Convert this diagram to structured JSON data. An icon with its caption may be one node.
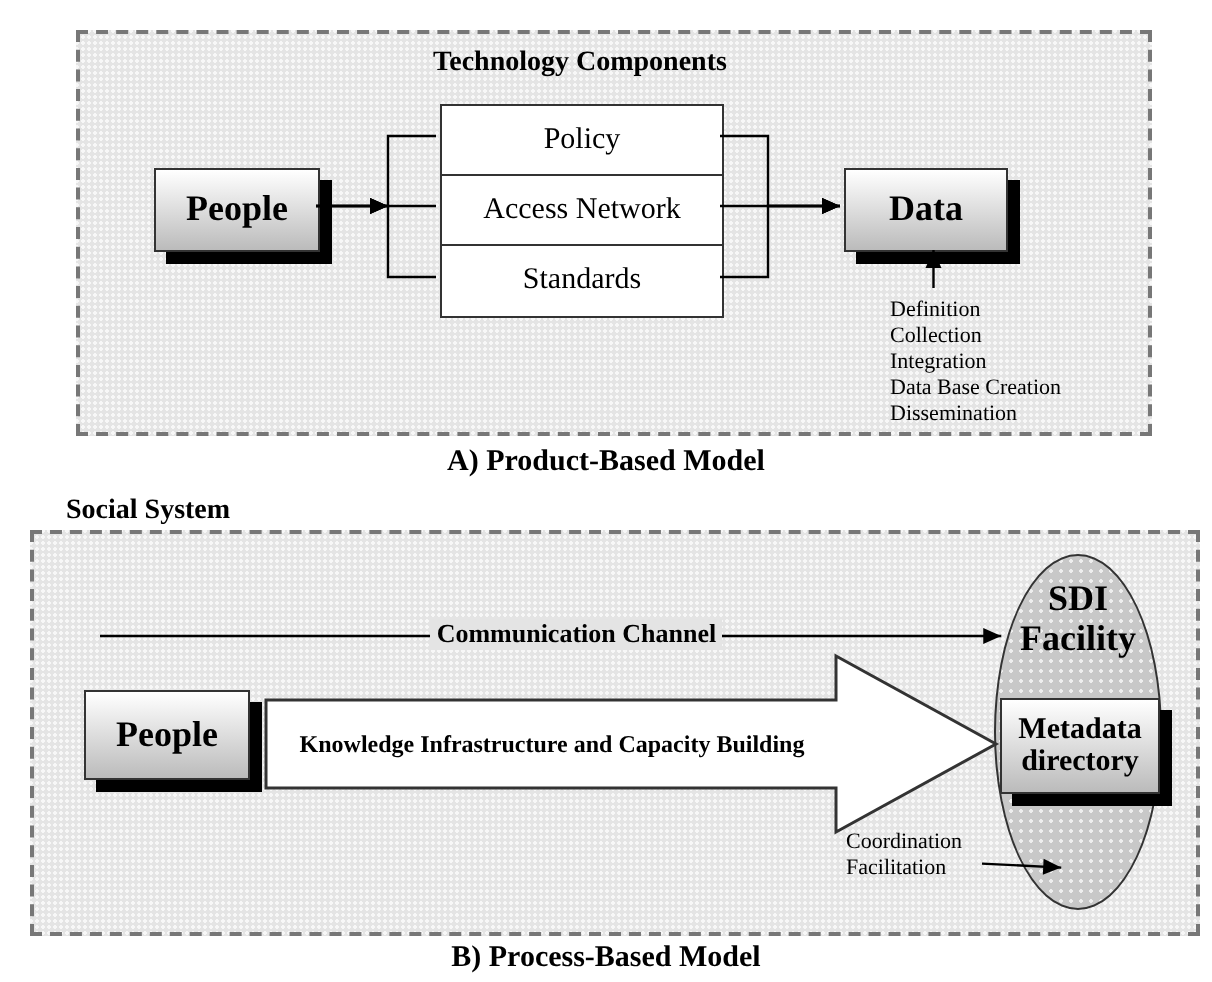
{
  "diagram": {
    "nodes": [
      {
        "text": [],
        "shape": "box"
      },
      {
        "text": [
          "People"
        ],
        "in": 0
      },
      {
        "text": [
          "Technology Components"
        ],
        "in": 0
      },
      {
        "text": [
          "Policy"
        ],
        "in": 2
      },
      {
        "text": [
          "Access Network"
        ],
        "in": 2
      },
      {
        "text": [
          "Standards"
        ],
        "in": 2
      },
      {
        "text": [
          "Data"
        ],
        "in": 0
      },
      {
        "text": [
          "Definition",
          "Collection",
          "Integration",
          "Data Base Creation",
          "Dissemination"
        ],
        "in": 0
      },
      {
        "text": [
          "Social System"
        ]
      },
      {
        "text": [
          "People"
        ],
        "in": 8
      },
      {
        "text": [
          "SDI Facility"
        ],
        "in": 8
      },
      {
        "text": [
          "Metadata directory"
        ],
        "in": 10
      },
      {
        "text": [
          "Coordination Facilitation"
        ],
        "in": 8
      }
    ],
    "edges": [
      {
        "from": 1,
        "to": 3,
        "arrow": "to"
      },
      {
        "from": 1,
        "to": 4,
        "arrow": "to"
      },
      {
        "from": 1,
        "to": 5,
        "arrow": "to"
      },
      {
        "from": 3,
        "to": 6,
        "arrow": "to"
      },
      {
        "from": 4,
        "to": 6,
        "arrow": "to"
      },
      {
        "from": 5,
        "to": 6,
        "arrow": "to"
      },
      {
        "from": 7,
        "to": 6,
        "arrow": "to"
      },
      {
        "from": null,
        "to": 10,
        "arrow": "to",
        "label": "Communication Channel"
      },
      {
        "from": 12,
        "to": 10,
        "arrow": "to"
      },
      {
        "from": 9,
        "to": 11,
        "arrow": "to",
        "label": "Knowledge Infrastructure and Capacity Building",
        "style": "thick"
      }
    ],
    "labels": [
      "A) Product-Based Model",
      "B) Process-Based Model"
    ]
  }
}
